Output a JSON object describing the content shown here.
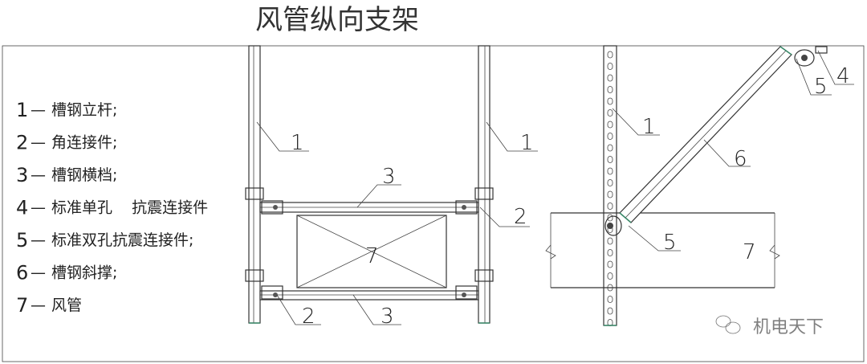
{
  "title": "风管纵向支架",
  "legend": [
    {
      "num": "1",
      "text": "槽钢立杆;"
    },
    {
      "num": "2",
      "text": "角连接件;"
    },
    {
      "num": "3",
      "text": "槽钢横档;"
    },
    {
      "num": "4",
      "text": "标准单孔    抗震连接件"
    },
    {
      "num": "5",
      "text": "标准双孔抗震连接件;"
    },
    {
      "num": "6",
      "text": "槽钢斜撑;"
    },
    {
      "num": "7",
      "text": "风管"
    }
  ],
  "legend_dash": "—",
  "left_view_labels": {
    "l1a": "1",
    "l1b": "1",
    "l3a": "3",
    "l2a": "2",
    "l7": "7",
    "l2b": "2",
    "l3b": "3"
  },
  "right_view_labels": {
    "r1": "1",
    "r6": "6",
    "r5a": "5",
    "r7": "7",
    "r5b": "5",
    "r4": "4"
  },
  "watermark": "机电天下",
  "colors": {
    "line": "#333333",
    "accent": "#3a8a6a"
  }
}
